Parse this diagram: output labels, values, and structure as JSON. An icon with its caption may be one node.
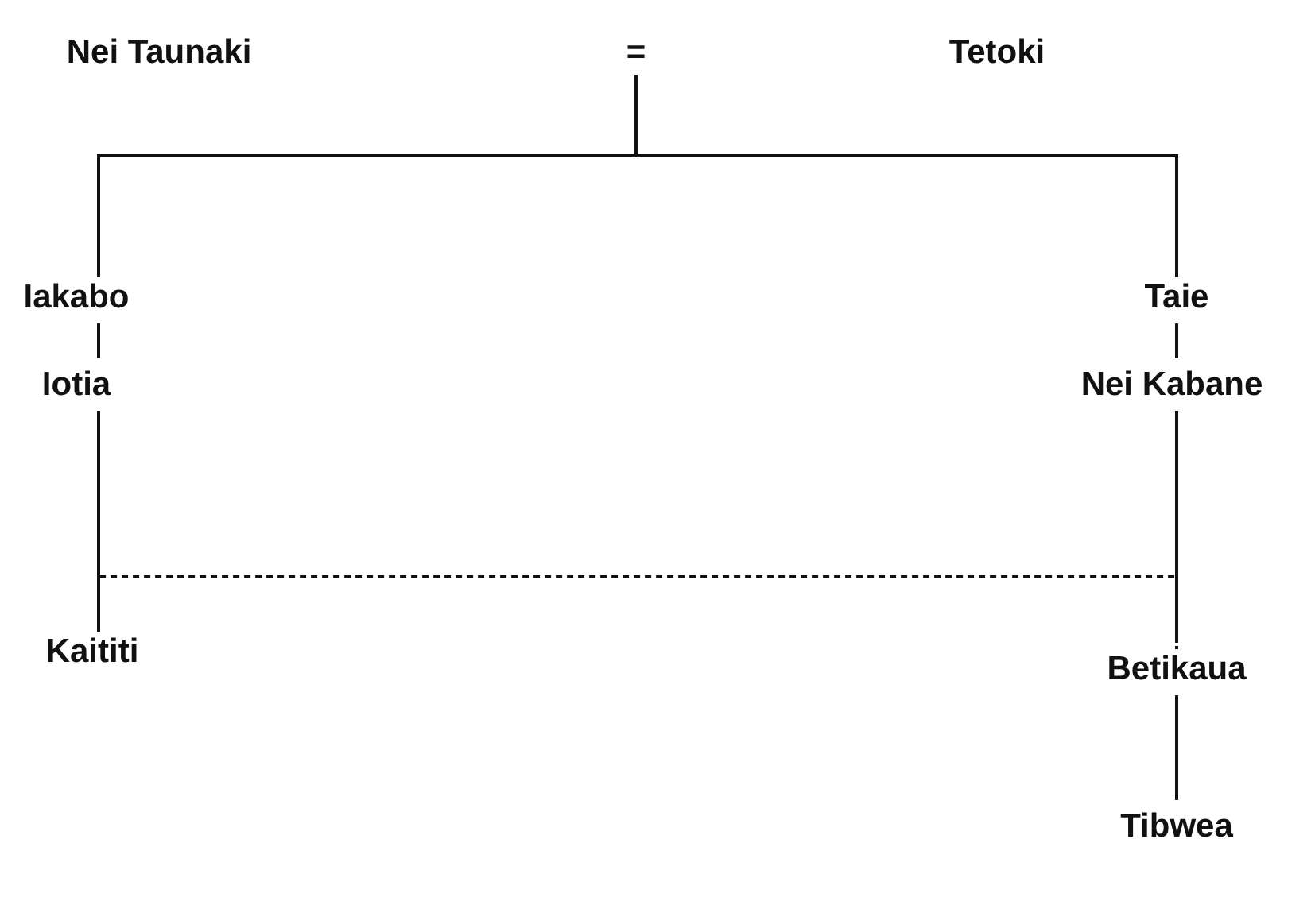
{
  "diagram": {
    "nodes": [
      {
        "text": [
          "Nei Taunaki"
        ]
      },
      {
        "text": [
          "="
        ]
      },
      {
        "text": [
          "Tetoki"
        ]
      },
      {
        "text": [
          "Iakabo"
        ]
      },
      {
        "text": [
          "Taie"
        ]
      },
      {
        "text": [
          "Iotia"
        ]
      },
      {
        "text": [
          "Nei Kabane"
        ]
      },
      {
        "text": [
          "Kaititi"
        ]
      },
      {
        "text": [
          "Betikaua"
        ]
      },
      {
        "text": [
          "Tibwea"
        ]
      }
    ],
    "edges": [
      {
        "from": 1,
        "to": 3,
        "arrow": "none"
      },
      {
        "from": 1,
        "to": 4,
        "arrow": "none"
      },
      {
        "from": 3,
        "to": 5,
        "arrow": "none"
      },
      {
        "from": 4,
        "to": 6,
        "arrow": "none"
      },
      {
        "from": 5,
        "to": 7,
        "arrow": "none"
      },
      {
        "from": 6,
        "to": 8,
        "arrow": "none"
      },
      {
        "from": 8,
        "to": 9,
        "arrow": "none"
      },
      {
        "from": 7,
        "to": 8,
        "arrow": "none",
        "style": "dashed"
      }
    ]
  }
}
